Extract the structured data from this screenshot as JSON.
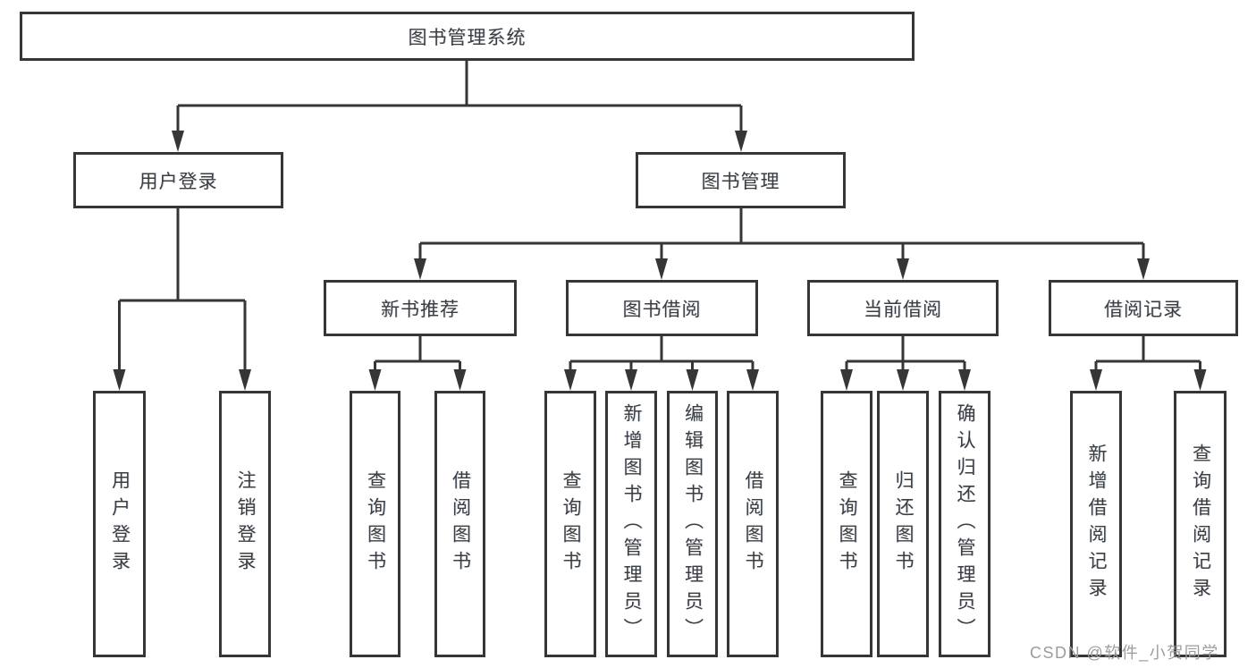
{
  "tree": {
    "root_label": "图书管理系统",
    "children": [
      {
        "label": "用户登录",
        "children": [
          "用户登录",
          "注销登录"
        ]
      },
      {
        "label": "图书管理",
        "children": [
          {
            "label": "新书推荐",
            "children": [
              "查询图书",
              "借阅图书"
            ]
          },
          {
            "label": "图书借阅",
            "children": [
              "查询图书",
              "新增图书（管理员）",
              "编辑图书（管理员）",
              "借阅图书"
            ]
          },
          {
            "label": "当前借阅",
            "children": [
              "查询图书",
              "归还图书",
              "确认归还（管理员）"
            ]
          },
          {
            "label": "借阅记录",
            "children": [
              "新增借阅记录",
              "查询借阅记录"
            ]
          }
        ]
      }
    ]
  },
  "watermark": {
    "text": "CSDN @软件_小贺同学"
  },
  "colors": {
    "line": "#363636",
    "box_border": "#363636",
    "text": "#3d3d3d",
    "watermark": "#9c9c9c",
    "background": "#ffffff"
  }
}
